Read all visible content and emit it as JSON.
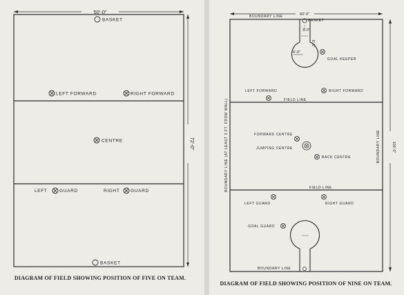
{
  "left_diagram": {
    "width_dim": "50'-0\"",
    "length_dim": "72'-0\"",
    "basket_top": "BASKET",
    "basket_bottom": "BASKET",
    "left_forward": "LEFT FORWARD",
    "right_forward": "RIGHT FORWARD",
    "centre": "CENTRE",
    "left_guard": "LEFT",
    "left_guard_word": "GUARD",
    "right_guard": "RIGHT",
    "right_guard_word": "GUARD",
    "caption": "DIAGRAM OF FIELD SHOWING POSITION OF FIVE ON TEAM."
  },
  "right_diagram": {
    "width_dim": "60'-0\"",
    "length_dim": "100'-0\"",
    "basket": "BASKET",
    "boundary_top": "BOUNDARY LINE",
    "boundary_bottom": "BOUNDARY LINE",
    "boundary_left": "BOUNDARY LINE (AT LEAST 3 FT. FROM WALL)",
    "boundary_right": "BOUNDARY LINE",
    "dim_a": "3'-0\"",
    "dim_b": "6'-0\"",
    "dim_c": "6'-0\"",
    "goal_keeper": "GOAL KEEPER",
    "left_forward": "LEFT FORWARD",
    "right_forward": "RIGHT FORWARD",
    "field_line_1": "FIELD LINE",
    "forward_centre": "FORWARD CENTRE",
    "jumping_centre": "JUMPING CENTRE",
    "back_centre": "BACK CENTRE",
    "field_line_2": "FIELD LINE",
    "left_guard": "LEFT GUARD",
    "right_guard": "RIGHT GUARD",
    "goal_guard": "GOAL GUARD",
    "caption": "DIAGRAM OF FIELD SHOWING POSITION OF NINE ON TEAM."
  }
}
